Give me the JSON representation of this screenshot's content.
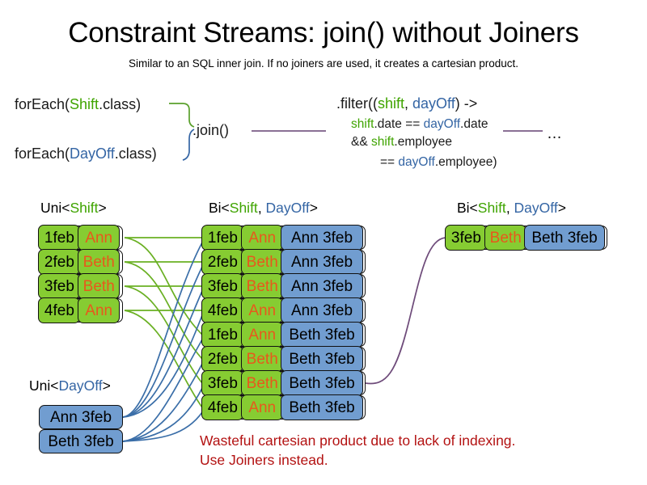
{
  "header": {
    "title": "Constraint Streams: join() without Joiners",
    "subtitle": "Similar to an SQL inner join. If no joiners are used, it creates a cartesian product."
  },
  "code": {
    "foreach_shift": {
      "prefix": "forEach(",
      "type": "Shift",
      "suffix": ".class)"
    },
    "foreach_dayoff": {
      "prefix": "forEach(",
      "type": "DayOff",
      "suffix": ".class)"
    },
    "join_label": ".join()",
    "filter": {
      "line1_a": ".filter((",
      "line1_shift": "shift",
      "line1_comma": ", ",
      "line1_dayoff": "dayOff",
      "line1_b": ") ->",
      "line2_shift": "shift",
      "line2_a": ".date == ",
      "line2_dayoff": "dayOff",
      "line2_b": ".date",
      "line3_a": "&& ",
      "line3_shift": "shift",
      "line3_b": ".employee",
      "line4_a": "== ",
      "line4_dayoff": "dayOff",
      "line4_b": ".employee)"
    },
    "ellipsis": "…"
  },
  "columns": {
    "uni_shift": {
      "label_prefix": "Uni<",
      "label_type": "Shift",
      "label_suffix": ">",
      "rows": [
        {
          "date": "1feb",
          "employee": "Ann"
        },
        {
          "date": "2feb",
          "employee": "Beth"
        },
        {
          "date": "3feb",
          "employee": "Beth"
        },
        {
          "date": "4feb",
          "employee": "Ann"
        }
      ]
    },
    "uni_dayoff": {
      "label_prefix": "Uni<",
      "label_type": "DayOff",
      "label_suffix": ">",
      "rows": [
        {
          "value": "Ann 3feb"
        },
        {
          "value": "Beth 3feb"
        }
      ]
    },
    "bi_cartesian": {
      "label_prefix": "Bi<",
      "label_shift": "Shift",
      "label_comma": ", ",
      "label_dayoff": "DayOff",
      "label_suffix": ">",
      "rows": [
        {
          "date": "1feb",
          "employee": "Ann",
          "dayoff": "Ann 3feb"
        },
        {
          "date": "2feb",
          "employee": "Beth",
          "dayoff": "Ann 3feb"
        },
        {
          "date": "3feb",
          "employee": "Beth",
          "dayoff": "Ann 3feb"
        },
        {
          "date": "4feb",
          "employee": "Ann",
          "dayoff": "Ann 3feb"
        },
        {
          "date": "1feb",
          "employee": "Ann",
          "dayoff": "Beth 3feb"
        },
        {
          "date": "2feb",
          "employee": "Beth",
          "dayoff": "Beth 3feb"
        },
        {
          "date": "3feb",
          "employee": "Beth",
          "dayoff": "Beth 3feb"
        },
        {
          "date": "4feb",
          "employee": "Ann",
          "dayoff": "Beth 3feb"
        }
      ]
    },
    "bi_result": {
      "label_prefix": "Bi<",
      "label_shift": "Shift",
      "label_comma": ", ",
      "label_dayoff": "DayOff",
      "label_suffix": ">",
      "rows": [
        {
          "date": "3feb",
          "employee": "Beth",
          "dayoff": "Beth 3feb"
        }
      ]
    }
  },
  "warning": {
    "line1": "Wasteful cartesian product due to lack of indexing.",
    "line2": "Use Joiners instead."
  },
  "colors": {
    "shift_green": "#3fa400",
    "dayoff_blue": "#3465a4",
    "box_green": "#86cc32",
    "box_blue": "#719dd0",
    "employee_orange": "#e8581c",
    "warning_red": "#b31212",
    "connector_green": "#5aa02c",
    "connector_blue": "#3465a4",
    "connector_purple": "#6e4b7a"
  }
}
